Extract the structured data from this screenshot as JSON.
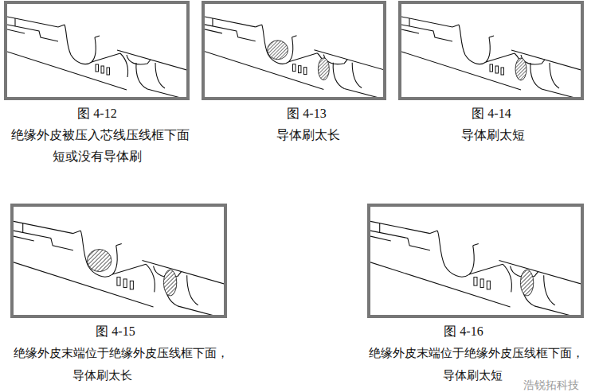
{
  "diagram": {
    "labels": [
      "图 4-12",
      "绝缘外皮被压入芯线压线框下面",
      "短或没有导体刷",
      "图 4-13",
      "导体刷太长",
      "图 4-14",
      "导体刷太短",
      "图 4-15",
      "绝缘外皮末端位于绝缘外皮压线框下面，",
      "导体刷太长",
      "图 4-16",
      "绝缘外皮末端位于绝缘外皮压线框下面，",
      "导体刷太短",
      "浩锐拓科技"
    ]
  }
}
